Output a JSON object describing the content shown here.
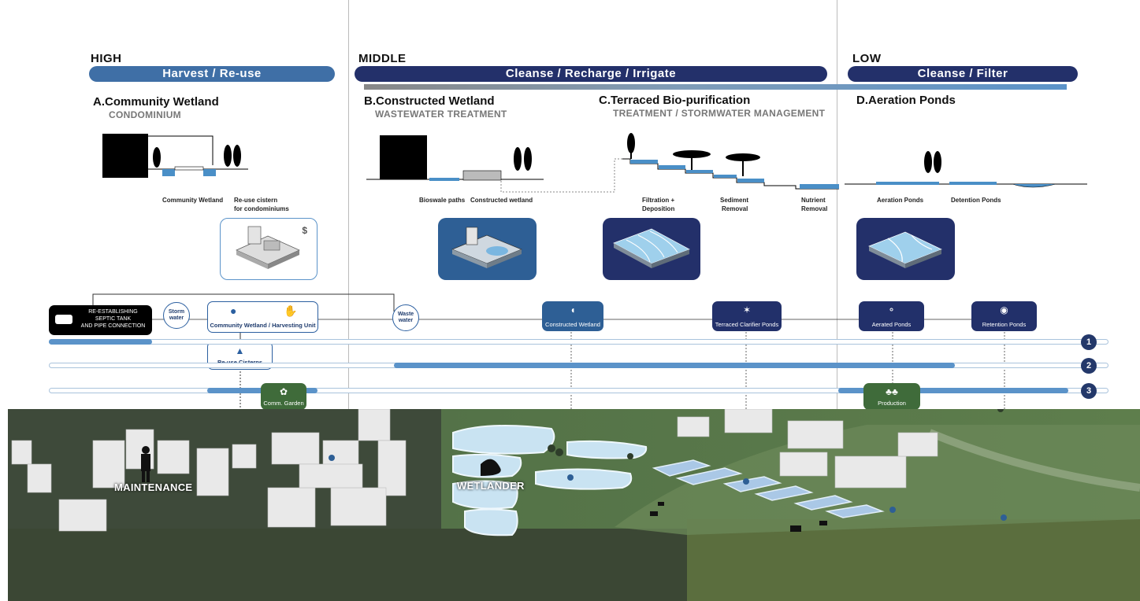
{
  "zones": {
    "high": {
      "label": "HIGH",
      "banner": "Harvest / Re-use"
    },
    "middle": {
      "label": "MIDDLE",
      "banner": "Cleanse / Recharge / Irrigate"
    },
    "low": {
      "label": "LOW",
      "banner": "Cleanse / Filter"
    }
  },
  "sections": {
    "a": {
      "title": "A.Community Wetland",
      "subtitle": "CONDOMINIUM",
      "labels": [
        "Community Wetland",
        "Re-use cistern",
        "for condominiums"
      ]
    },
    "b": {
      "title": "B.Constructed Wetland",
      "subtitle": "WASTEWATER TREATMENT",
      "labels": [
        "Bioswale paths",
        "Constructed wetland"
      ]
    },
    "c": {
      "title": "C.Terraced Bio-purification",
      "subtitle": "TREATMENT / STORMWATER MANAGEMENT",
      "labels": [
        "Filtration +",
        "Deposition",
        "Sediment",
        "Removal",
        "Nutrient",
        "Removal"
      ]
    },
    "d": {
      "title": "D.Aeration Ponds",
      "labels": [
        "Aeration Ponds",
        "Detention Ponds"
      ]
    }
  },
  "dollar_sign": "$",
  "flow": {
    "septic": [
      "RE-ESTABLISHING",
      "SEPTIC TANK",
      "AND PIPE CONNECTION"
    ],
    "storm": [
      "Storm",
      "water"
    ],
    "waste": [
      "Waste",
      "water"
    ],
    "nodes": {
      "community": "Community Wetland / Harvesting Unit",
      "reuse": "Re-use Cisterns",
      "garden": "Comm. Garden",
      "constructed": "Constructed Wetland",
      "terraced": "Terraced Clarifier Ponds",
      "aerated": "Aerated Ponds",
      "retention": "Retention Ponds",
      "production": "Production"
    },
    "tracks": [
      "1",
      "2",
      "3"
    ]
  },
  "scene_labels": {
    "maintenance": "MAINTENANCE",
    "wetlander": "WETLANDER"
  },
  "colors": {
    "banner_light": "#3f6fa6",
    "banner_dark": "#23306a",
    "node_blue": "#2e5f95",
    "node_navy": "#22306a",
    "node_green": "#3f6b3a",
    "track_fill": "#5b93c9"
  }
}
